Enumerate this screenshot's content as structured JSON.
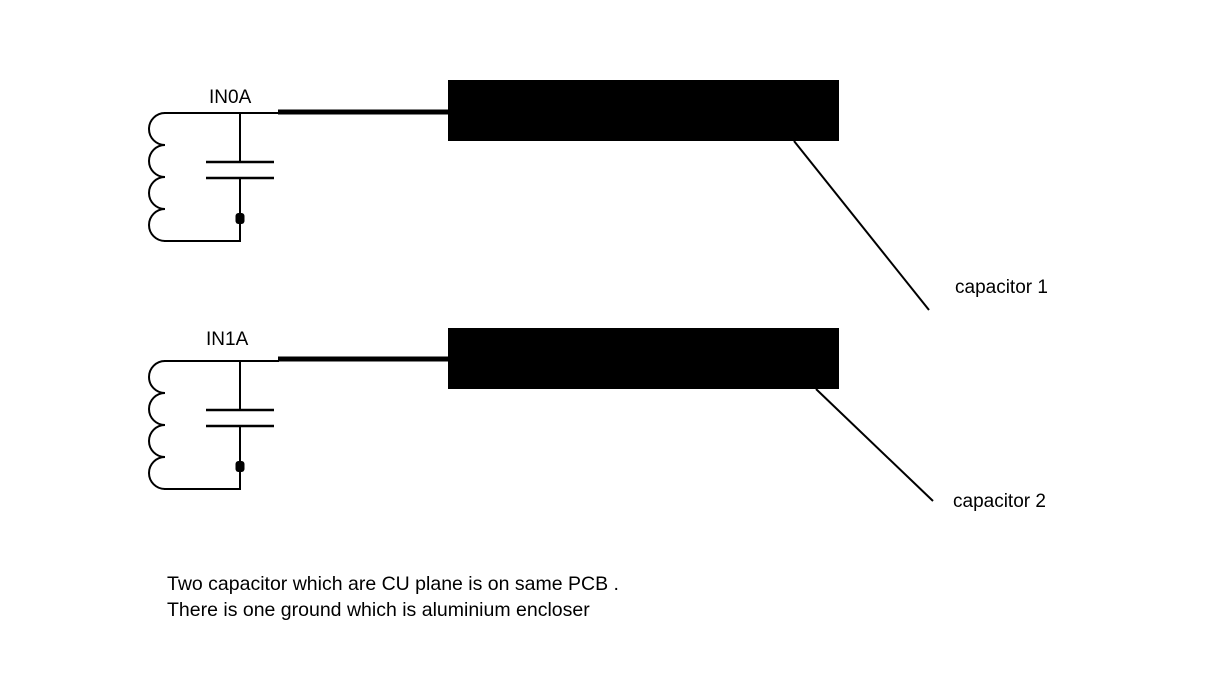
{
  "diagram": {
    "circuits": [
      {
        "input_label": "IN0A",
        "capacitor_label": "capacitor 1"
      },
      {
        "input_label": "IN1A",
        "capacitor_label": "capacitor 2"
      }
    ],
    "notes": [
      "Two capacitor which are CU plane is on same PCB .",
      "There is one ground which is aluminium encloser"
    ]
  },
  "colors": {
    "ink": "#000000",
    "background": "#ffffff"
  }
}
